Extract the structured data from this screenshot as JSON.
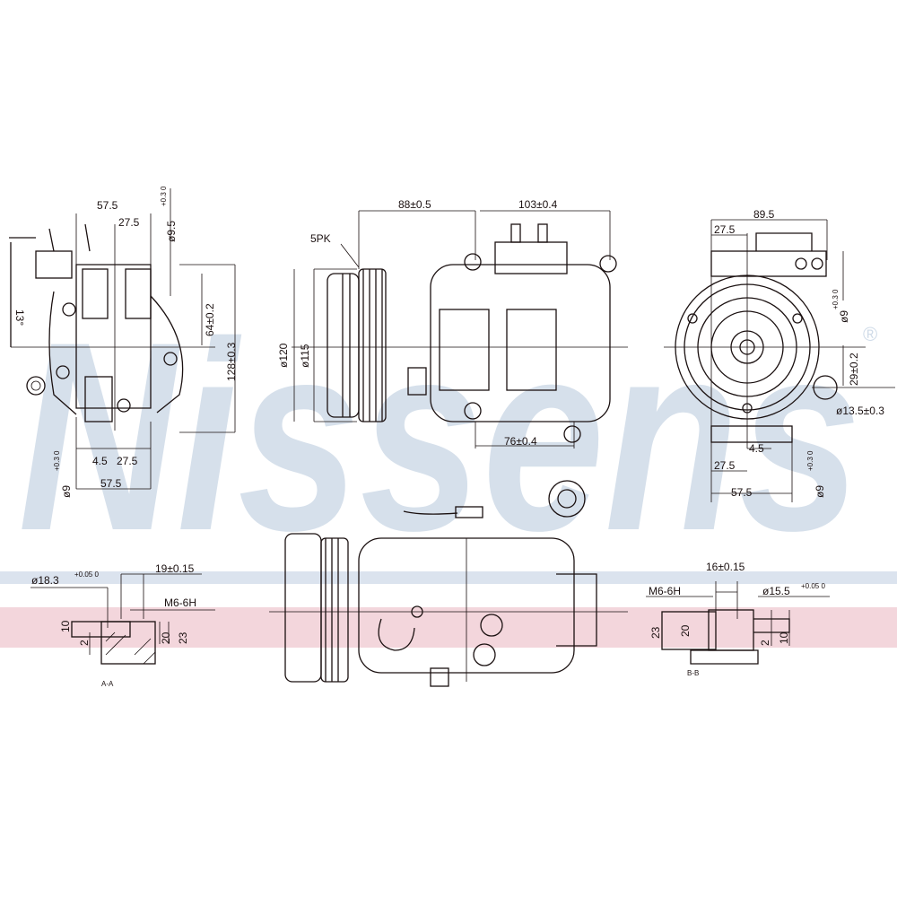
{
  "watermark": {
    "brand": "Nissens",
    "registered": "®"
  },
  "colors": {
    "line": "#1a1010",
    "watermark": "#cfdbe8",
    "band_blue": "#dbe3ee",
    "band_pink": "#f3d6dc"
  },
  "left_view": {
    "width_top": "57.5",
    "offset_top": "27.5",
    "bolt_top": "ø9.5",
    "bolt_top_tol": "+0.3 0",
    "angle": "13°",
    "height_mid": "64±0.2",
    "height_total": "128±0.3",
    "offset_small": "4.5",
    "offset_bottom": "27.5",
    "width_bottom": "57.5",
    "bolt_bottom": "ø9",
    "bolt_bottom_tol": "+0.3 0"
  },
  "side_view": {
    "dim_pulley": "88±0.5",
    "dim_body": "103±0.4",
    "belt": "5PK",
    "dia_outer": "ø120",
    "dia_inner": "ø115",
    "dim_mount": "76±0.4"
  },
  "right_view": {
    "width_top": "89.5",
    "offset_top": "27.5",
    "bolt_top": "ø9",
    "bolt_top_tol": "+0.3 0",
    "height_side": "29±0.2",
    "hole": "ø13.5±0.3",
    "offset_small": "4.5",
    "offset_bottom": "27.5",
    "width_bottom": "57.5",
    "bolt_bottom": "ø9",
    "bolt_bottom_tol": "+0.3 0"
  },
  "section_a": {
    "diameter": "ø18.3",
    "diameter_tol": "+0.05 0",
    "spacing": "19±0.15",
    "thread": "M6-6H",
    "d10": "10",
    "d2": "2",
    "d20": "20",
    "d23": "23",
    "label": "A-A"
  },
  "section_b": {
    "spacing": "16±0.15",
    "thread": "M6-6H",
    "diameter": "ø15.5",
    "diameter_tol": "+0.05 0",
    "d23": "23",
    "d20": "20",
    "d2": "2",
    "d10": "10",
    "label": "B-B"
  }
}
